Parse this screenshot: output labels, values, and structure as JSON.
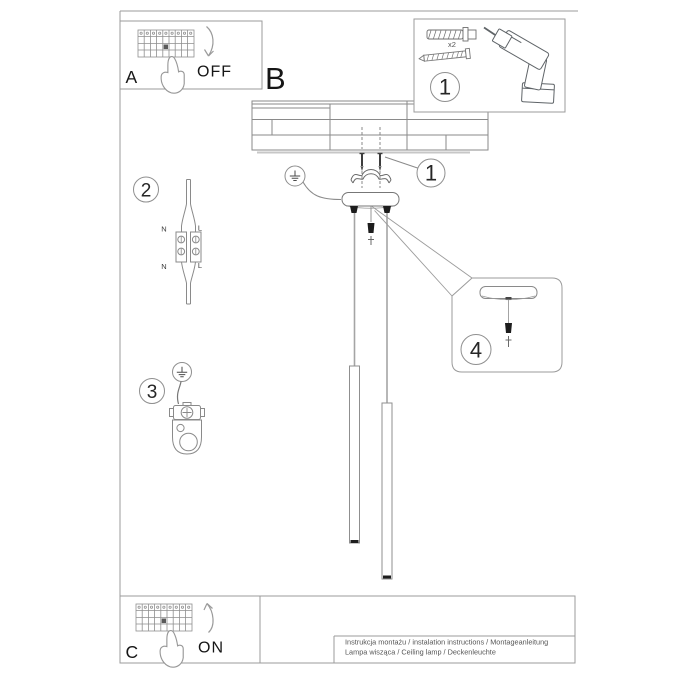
{
  "panel_a": {
    "label": "A",
    "action": "OFF"
  },
  "section_b": {
    "label": "B"
  },
  "panel_tools": {
    "number": "1",
    "anchor_qty": "x2"
  },
  "callout_screws": {
    "number": "1"
  },
  "panel_wiring": {
    "number": "2",
    "terminal_top_left": "N",
    "terminal_top_right": "L",
    "terminal_bottom_left": "N",
    "terminal_bottom_right": "L"
  },
  "panel_ground": {
    "number": "3"
  },
  "panel_canopy": {
    "number": "4"
  },
  "panel_c": {
    "label": "C",
    "action": "ON"
  },
  "footer": {
    "line1": "Instrukcja montażu / instalation instructions / Montageanleitung",
    "line2": "Lampa wisząca / Ceiling lamp / Deckenleuchte"
  },
  "colors": {
    "background": "#ffffff",
    "frame_line": "#9b9b9b",
    "drawing_line": "#8a8a8a",
    "dark_fill": "#1d1d1d",
    "label_text": "#161616",
    "footer_text": "#565656"
  }
}
